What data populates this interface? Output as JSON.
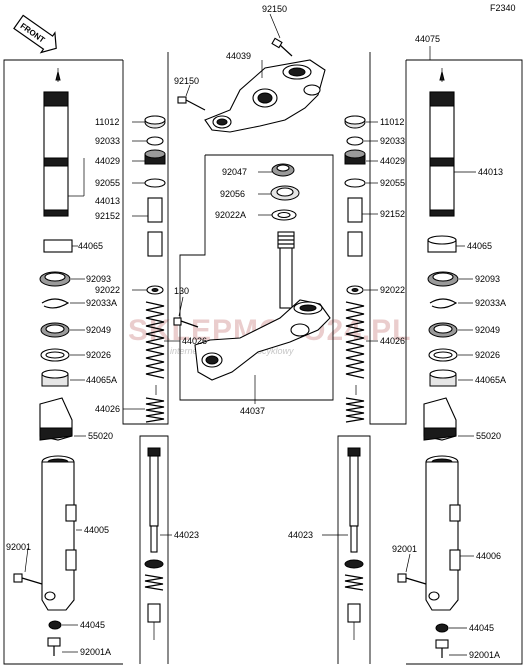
{
  "figure_code": "F2340",
  "front_badge": "FRONT",
  "watermark": {
    "brand": "SKLEPMOTO24.PL",
    "tagline": "internetowy sklep motocyklowy"
  },
  "group_labels": {
    "left_box": "",
    "right_box": "44075"
  },
  "labels": {
    "top_bolt": "92150",
    "bracket_upper": "44039",
    "bracket_side_bolt": "92150",
    "cap_l": "11012",
    "oring_l": "92033",
    "nut_l": "44029",
    "ring_l": "92055",
    "tube_l": "44013",
    "collar_l": "92152",
    "sleeve_l": "44065",
    "cap_r": "11012",
    "oring_r": "92033",
    "nut_r": "44029",
    "ring_r": "92055",
    "tube_r": "44013",
    "collar_r": "92152",
    "sleeve_r": "44065",
    "seal_a": "92047",
    "seal_b": "92056",
    "washer_c": "92022A",
    "stem_bolt": "130",
    "dustseal_l": "92093",
    "clip_l": "92033A",
    "oilseal_l": "92049",
    "bushing_l": "92026",
    "guide_l": "44065A",
    "dustseal_r": "92093",
    "clip_r": "92033A",
    "oilseal_r": "92049",
    "bushing_r": "92026",
    "guide_r": "44065A",
    "washer_l": "92022",
    "washer_r": "92022",
    "spring_left_center": "44026",
    "spring_right_side": "44026",
    "spring_left_lower": "44026",
    "stem_lower": "44037",
    "guard_l": "55020",
    "guard_r": "55020",
    "slider_l": "44005",
    "slider_r": "44006",
    "rod_l": "44023",
    "rod_r": "44023",
    "bolt_l": "92001",
    "bolt_r": "92001",
    "nut_bottom_l": "44045",
    "nut_bottom_r": "44045",
    "screw_l": "92001A",
    "screw_r": "92001A"
  }
}
